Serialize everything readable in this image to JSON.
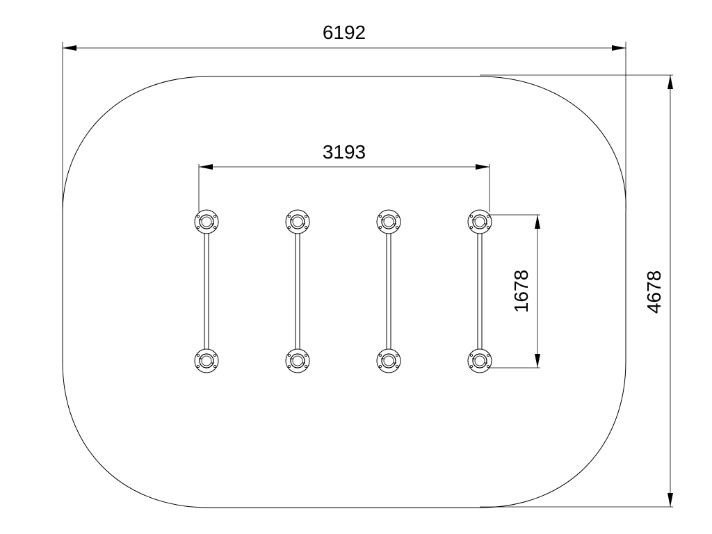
{
  "dimensions": {
    "overall_width": "6192",
    "overall_depth": "4678",
    "post_span_width": "3193",
    "post_span_depth": "1678"
  },
  "colors": {
    "stroke": "#000000",
    "background": "#ffffff"
  }
}
